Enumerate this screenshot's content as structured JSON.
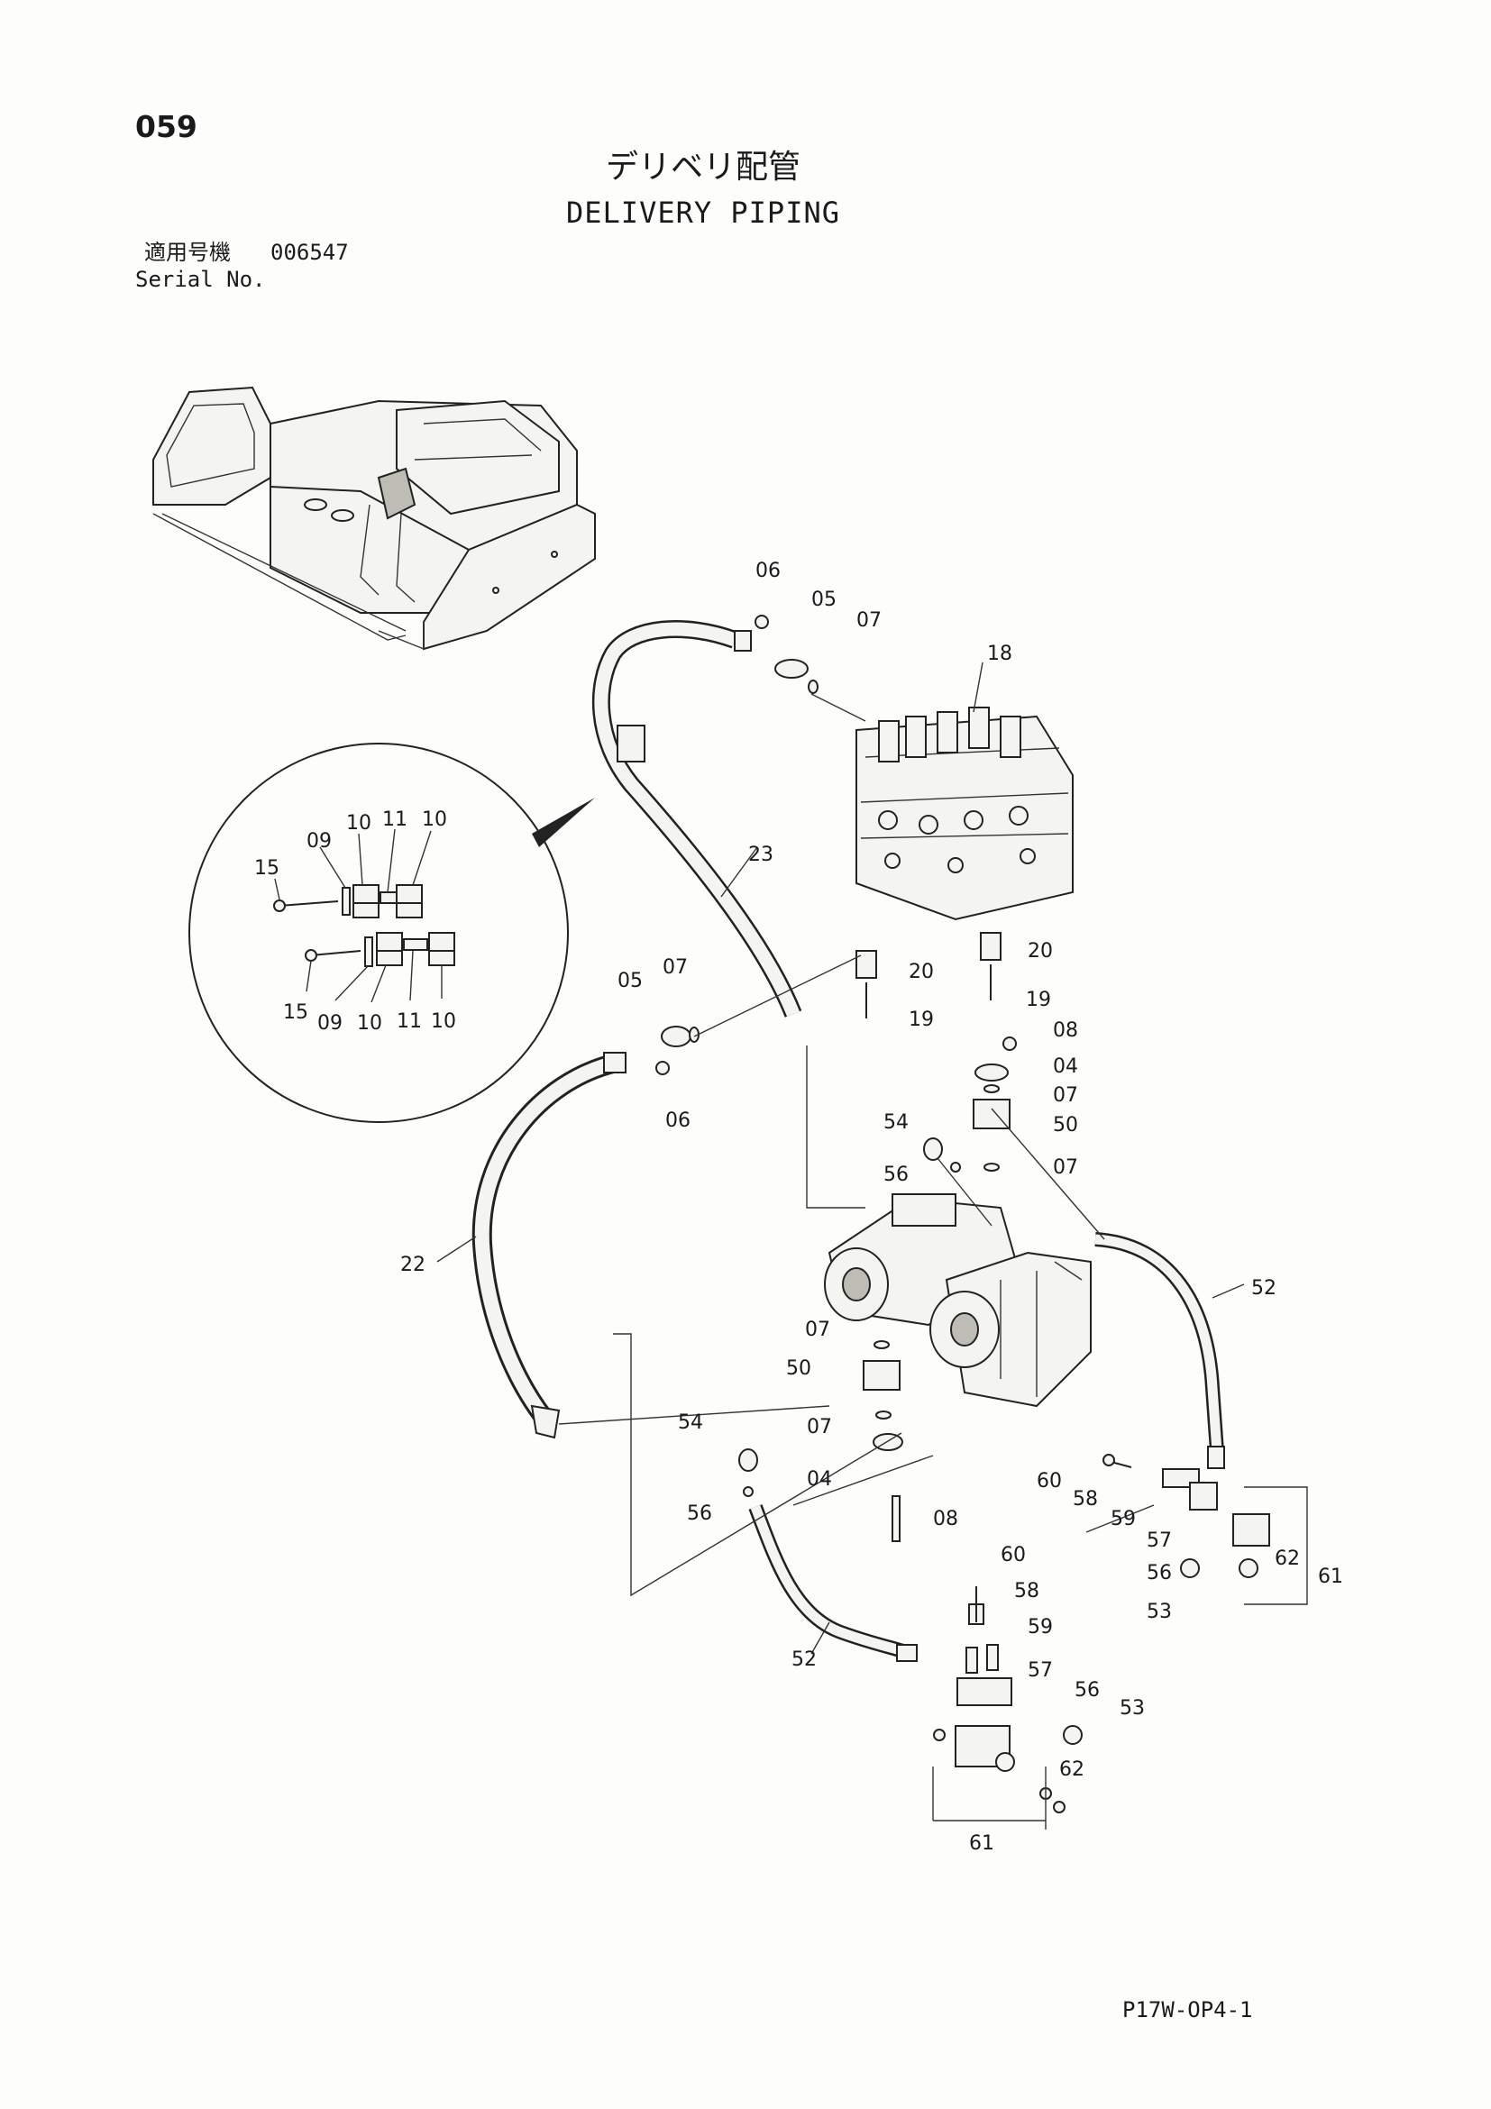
{
  "header": {
    "page_number": "059",
    "title_jp": "デリベリ配管",
    "title_en": "DELIVERY PIPING",
    "serial_label_jp": "適用号機",
    "serial_value": "006547",
    "serial_label_en": "Serial No."
  },
  "footer": {
    "drawing_code": "P17W-OP4-1"
  },
  "callouts": {
    "c06a": "06",
    "c05a": "05",
    "c07a": "07",
    "c18": "18",
    "c23": "23",
    "c20a": "20",
    "c20b": "20",
    "c19a": "19",
    "c19b": "19",
    "c05b": "05",
    "c07b": "07",
    "c06b": "06",
    "c08a": "08",
    "c04a": "04",
    "c07c": "07",
    "c50a": "50",
    "c54a": "54",
    "c56a": "56",
    "c07d": "07",
    "c22": "22",
    "c52a": "52",
    "c07e": "07",
    "c50b": "50",
    "c54b": "54",
    "c07f": "07",
    "c04b": "04",
    "c56b": "56",
    "c08b": "08",
    "c60a": "60",
    "c58a": "58",
    "c59a": "59",
    "c57a": "57",
    "c62a": "62",
    "c56c": "56",
    "c61a": "61",
    "c53a": "53",
    "c60b": "60",
    "c58b": "58",
    "c59b": "59",
    "c57b": "57",
    "c56d": "56",
    "c53b": "53",
    "c62b": "62",
    "c61b": "61",
    "c52b": "52",
    "d15a": "15",
    "d09a": "09",
    "d10a": "10",
    "d11a": "11",
    "d10b": "10",
    "d15b": "15",
    "d09b": "09",
    "d10c": "10",
    "d11b": "11",
    "d10d": "10"
  }
}
